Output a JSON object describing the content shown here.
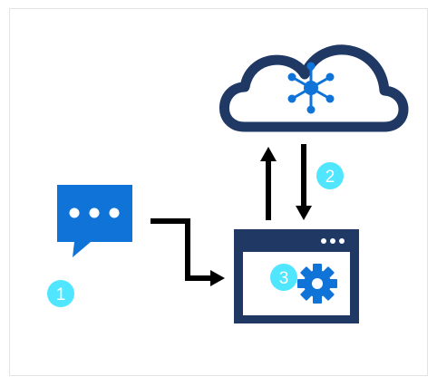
{
  "colors": {
    "navy": "#1f3864",
    "azure_blue": "#0f73d7",
    "badge_cyan": "#50e6ff",
    "arrow_black": "#000000",
    "frame_border": "#e3e3e3",
    "white": "#ffffff"
  },
  "icons": {
    "cloud": "cloud-icon",
    "hub": "network-hub-icon",
    "chat": "chat-bubble-icon",
    "app_window": "app-window-icon",
    "gear": "gear-icon"
  },
  "badges": {
    "step1": "1",
    "step2": "2",
    "step3": "3"
  }
}
